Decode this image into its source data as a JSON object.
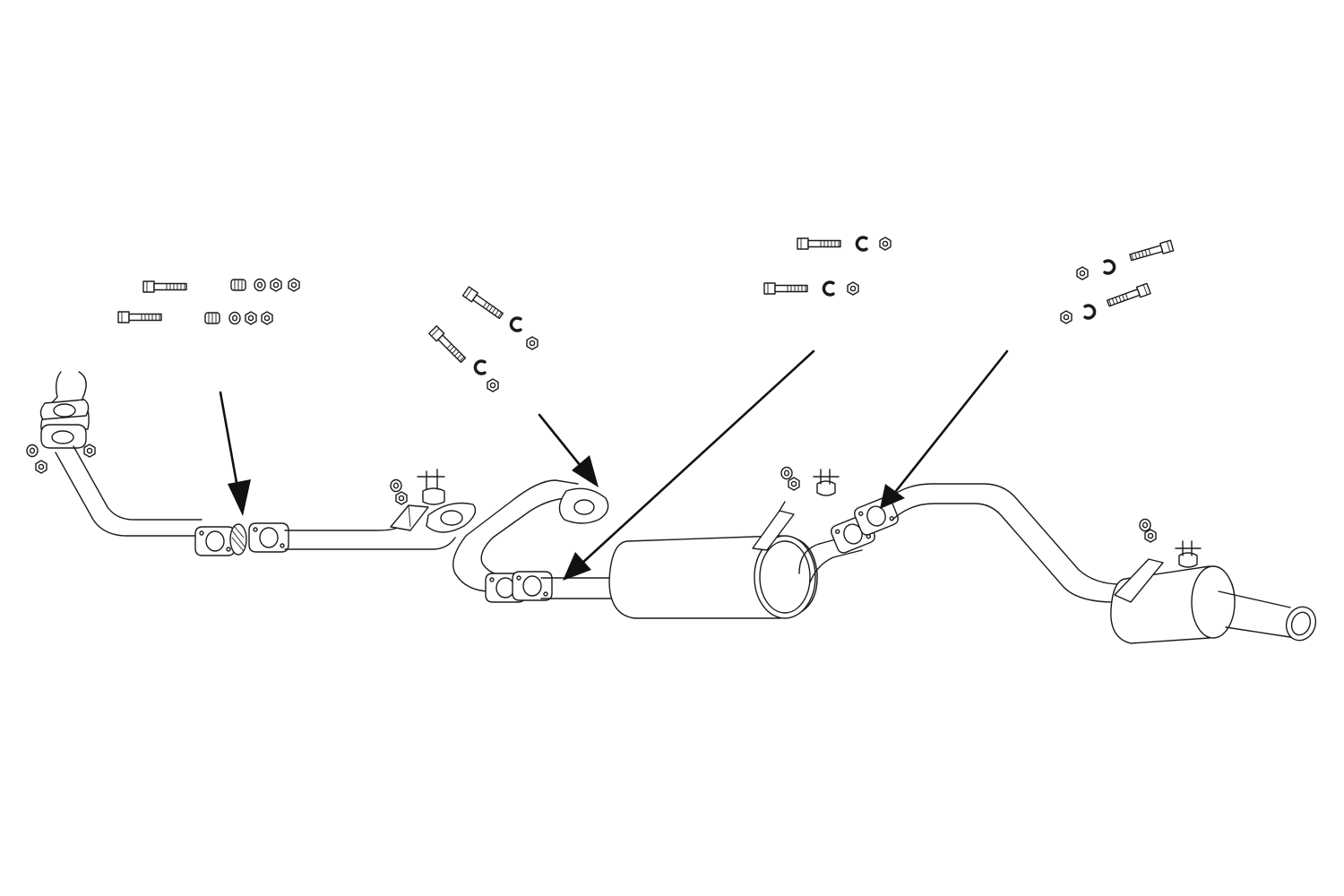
{
  "diagram": {
    "type": "exploded-parts-illustration",
    "subject": "exhaust system",
    "components": [
      "manifold-flange",
      "front-downpipe",
      "front-joint-gasket",
      "front-hanger",
      "intermediate-pipe",
      "centre-silencer",
      "mid-joint-flange",
      "rear-pipe",
      "rear-silencer",
      "tailpipe"
    ],
    "hardware_groups": [
      {
        "id": "front-joint-hardware",
        "bolts": 2,
        "springs": 2,
        "washers": 2,
        "nuts": 2
      },
      {
        "id": "intermediate-joint-hardware",
        "bolts": 2,
        "clips": 2,
        "nuts": 2
      },
      {
        "id": "silencer-joint-hardware",
        "bolts": 2,
        "clips": 2,
        "nuts": 2
      },
      {
        "id": "rear-joint-hardware",
        "bolts": 2,
        "clips": 2,
        "nuts": 2
      }
    ],
    "arrows": 4,
    "stroke_color": "#1a1a1a",
    "background_color": "#ffffff"
  }
}
